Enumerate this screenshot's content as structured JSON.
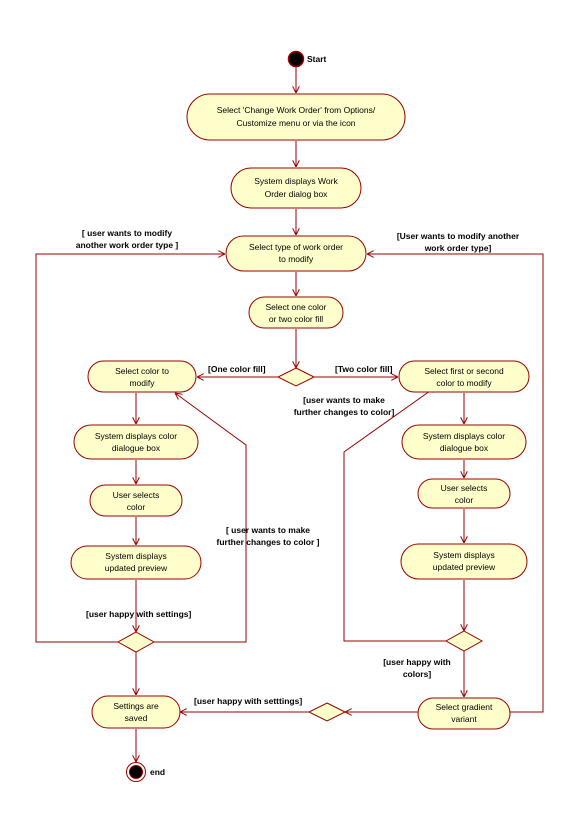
{
  "start_label": "Start",
  "end_label": "end",
  "activities": {
    "select_change_work_order": [
      "Select 'Change Work Order' from Options/",
      "Customize menu or via the icon"
    ],
    "system_displays_work_order": [
      "System displays Work",
      "Order dialog box"
    ],
    "select_type": [
      "Select type of work order",
      "to modify"
    ],
    "select_fill": [
      "Select one color",
      "or two color fill"
    ],
    "select_color_left": [
      "Select color to",
      "modify"
    ],
    "select_color_right": [
      "Select first or second",
      "color to modify"
    ],
    "sys_color_left": [
      "System displays color",
      "dialogue box"
    ],
    "sys_color_right": [
      "System displays color",
      "dialogue box"
    ],
    "user_selects_left": [
      "User selects",
      "color"
    ],
    "user_selects_right": [
      "User selects",
      "color"
    ],
    "preview_left": [
      "System displays",
      "updated preview"
    ],
    "preview_right": [
      "System displays",
      "updated preview"
    ],
    "settings_saved": [
      "Settings are",
      "saved"
    ],
    "select_gradient": [
      "Select gradient",
      "variant"
    ]
  },
  "guards": {
    "modify_another_left": [
      "[ user wants to modify",
      "another work order type ]"
    ],
    "modify_another_right": [
      "[User wants to modify another",
      "work order type]"
    ],
    "one_color": [
      "[One color fill]"
    ],
    "two_color": [
      "[Two color fill]"
    ],
    "further_changes_right": [
      "[user wants to make",
      "further changes to color]"
    ],
    "further_changes_left": [
      "[ user wants to make",
      "further changes to color ]"
    ],
    "happy_left": [
      "[user happy with settings]"
    ],
    "happy_colors": [
      "[user happy with",
      "colors]"
    ],
    "happy_bottom": [
      "[user happy with setttings]"
    ]
  }
}
